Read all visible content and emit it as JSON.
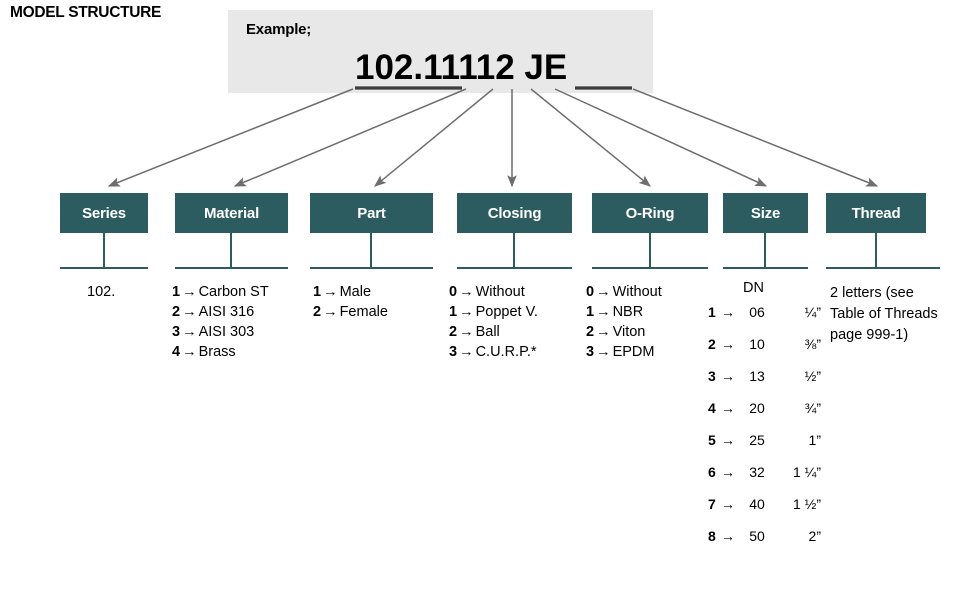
{
  "page": {
    "title": "MODEL STRUCTURE",
    "accent_color": "#2c5c60",
    "panel_color": "#e8e8e8",
    "connector_color": "#6e6e6e"
  },
  "example": {
    "label": "Example;",
    "code": "102.11112 JE"
  },
  "columns": [
    {
      "id": "series",
      "header": "Series",
      "type": "plain",
      "value": "102."
    },
    {
      "id": "material",
      "header": "Material",
      "type": "options",
      "options": [
        {
          "key": "1",
          "arrow": "→",
          "label": "Carbon ST"
        },
        {
          "key": "2",
          "arrow": "→",
          "label": "AISI 316"
        },
        {
          "key": "3",
          "arrow": "→",
          "label": "AISI 303"
        },
        {
          "key": "4",
          "arrow": "→",
          "label": "Brass"
        }
      ]
    },
    {
      "id": "part",
      "header": "Part",
      "type": "options",
      "options": [
        {
          "key": "1",
          "arrow": "→",
          "label": "Male"
        },
        {
          "key": "2",
          "arrow": "→",
          "label": "Female"
        }
      ]
    },
    {
      "id": "closing",
      "header": "Closing",
      "type": "options",
      "options": [
        {
          "key": "0",
          "arrow": "→",
          "label": "Without"
        },
        {
          "key": "1",
          "arrow": "→",
          "label": "Poppet V."
        },
        {
          "key": "2",
          "arrow": "→",
          "label": "Ball"
        },
        {
          "key": "3",
          "arrow": "→",
          "label": "C.U.R.P.*"
        }
      ]
    },
    {
      "id": "oring",
      "header": "O-Ring",
      "type": "options",
      "options": [
        {
          "key": "0",
          "arrow": "→",
          "label": "Without"
        },
        {
          "key": "1",
          "arrow": "→",
          "label": "NBR"
        },
        {
          "key": "2",
          "arrow": "→",
          "label": "Viton"
        },
        {
          "key": "3",
          "arrow": "→",
          "label": "EPDM"
        }
      ]
    },
    {
      "id": "size",
      "header": "Size",
      "type": "size-table",
      "dn_header": "DN",
      "rows": [
        {
          "key": "1",
          "arrow": "→",
          "dn": "06",
          "inch": "¼”"
        },
        {
          "key": "2",
          "arrow": "→",
          "dn": "10",
          "inch": "⅜”"
        },
        {
          "key": "3",
          "arrow": "→",
          "dn": "13",
          "inch": "½”"
        },
        {
          "key": "4",
          "arrow": "→",
          "dn": "20",
          "inch": "¾”"
        },
        {
          "key": "5",
          "arrow": "→",
          "dn": "25",
          "inch": "1”"
        },
        {
          "key": "6",
          "arrow": "→",
          "dn": "32",
          "inch": "1 ¼”"
        },
        {
          "key": "7",
          "arrow": "→",
          "dn": "40",
          "inch": "1 ½”"
        },
        {
          "key": "8",
          "arrow": "→",
          "dn": "50",
          "inch": "2”"
        }
      ]
    },
    {
      "id": "thread",
      "header": "Thread",
      "type": "note",
      "lines": [
        "2 letters (see",
        "Table of Threads",
        "page 999-1)"
      ]
    }
  ]
}
